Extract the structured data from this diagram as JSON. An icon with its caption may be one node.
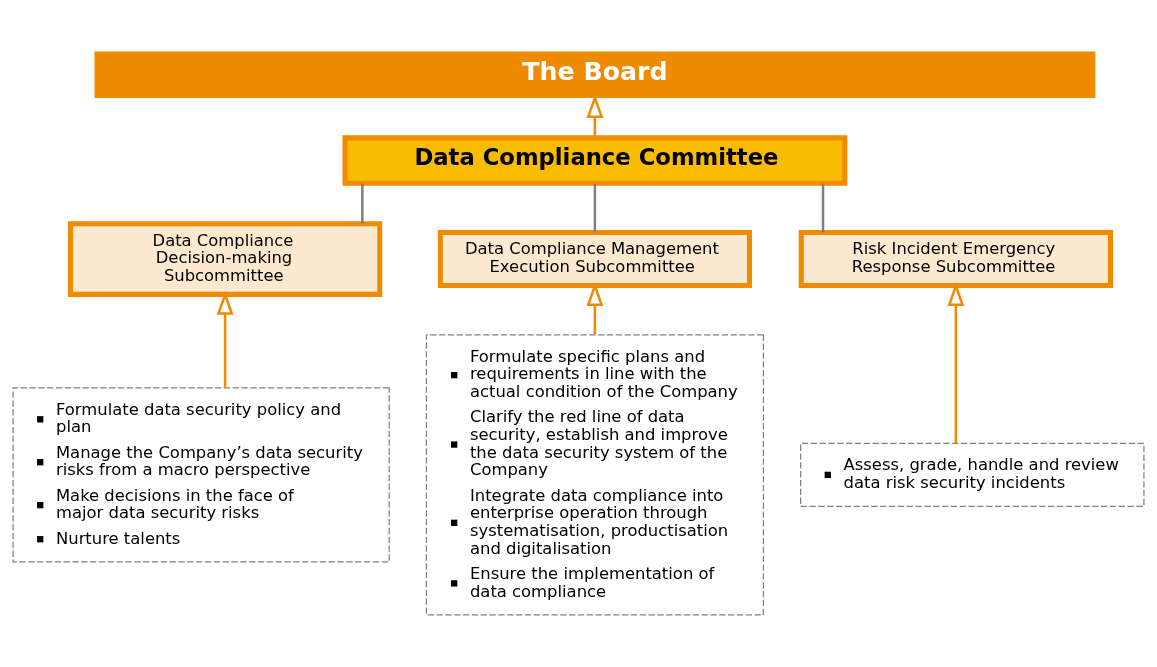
{
  "diagram": {
    "nodes": [
      {
        "text": [
          "The Board"
        ]
      },
      {
        "text": [
          "Data Compliance Committee"
        ]
      },
      {
        "text": [
          "Data Compliance Decision-making Subcommittee"
        ]
      },
      {
        "text": [
          "Data Compliance Management Execution Subcommittee"
        ]
      },
      {
        "text": [
          "Risk Incident Emergency Response Subcommittee"
        ]
      },
      {
        "text": [
          "Formulate data security policy and plan",
          "Manage the Company’s data security risks from a macro perspective",
          "Make decisions in the face of major data security risks",
          "Nurture talents"
        ]
      },
      {
        "text": [
          "Formulate specific plans and requirements in line with the actual condition of the Company",
          "Clarify the red line of data security, establish and improve the data security system of the Company",
          "Integrate data compliance into enterprise operation through systematisation, productisation and digitalisation",
          "Ensure the implementation of data compliance"
        ]
      },
      {
        "text": [
          "Assess, grade, handle and review data risk security incidents"
        ]
      }
    ],
    "edges": [
      {
        "from": 1,
        "to": 0,
        "arrow": "to",
        "color": "#f08a00"
      },
      {
        "from": 2,
        "to": 1,
        "arrow": "none",
        "color": "#808080"
      },
      {
        "from": 3,
        "to": 1,
        "arrow": "none",
        "color": "#808080"
      },
      {
        "from": 4,
        "to": 1,
        "arrow": "none",
        "color": "#808080"
      },
      {
        "from": 5,
        "to": 2,
        "arrow": "to",
        "color": "#f08a00"
      },
      {
        "from": 6,
        "to": 3,
        "arrow": "to",
        "color": "#f08a00"
      },
      {
        "from": 7,
        "to": 4,
        "arrow": "to",
        "color": "#f08a00"
      }
    ]
  }
}
